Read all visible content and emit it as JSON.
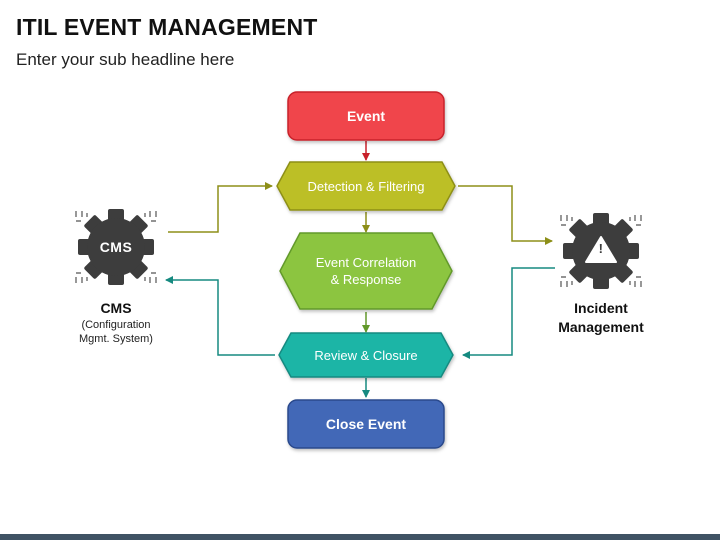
{
  "header": {
    "title": "ITIL EVENT MANAGEMENT",
    "subtitle": "Enter your sub headline here"
  },
  "flow": {
    "event": "Event",
    "detection": "Detection & Filtering",
    "correlation": "Event Correlation\n& Response",
    "review": "Review & Closure",
    "close": "Close Event"
  },
  "cms": {
    "gear_label": "CMS",
    "title": "CMS",
    "subtitle": "(Configuration\nMgmt. System)"
  },
  "incident": {
    "gear_symbol": "!",
    "title": "Incident\nManagement"
  },
  "colors": {
    "event": "#f0444b",
    "detection": "#bcbf25",
    "correlation": "#8cc540",
    "review": "#1ab5a6",
    "close": "#4267b7",
    "gear": "#3d3d3d"
  }
}
